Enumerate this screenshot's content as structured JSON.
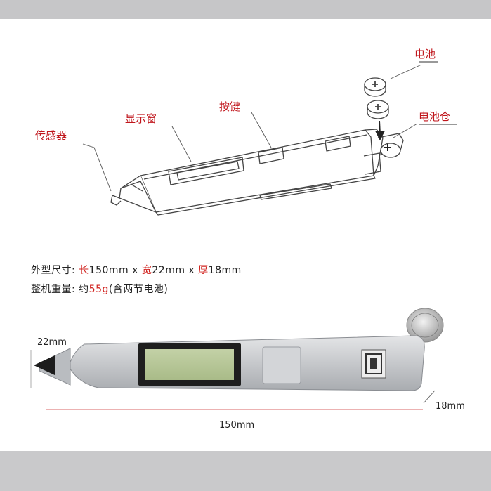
{
  "labels": {
    "battery": "电池",
    "battery_compartment": "电池仓",
    "button": "按键",
    "display_window": "显示窗",
    "sensor": "传感器"
  },
  "specs": {
    "size_label": "外型尺寸:",
    "length_label": "长",
    "length_value": "150mm",
    "sep1": "x",
    "width_label": "宽",
    "width_value": "22mm",
    "sep2": "x",
    "thickness_label": "厚",
    "thickness_value": "18mm",
    "weight_label": "整机重量:",
    "weight_prefix": "约",
    "weight_value": "55g",
    "weight_note": "(含两节电池)"
  },
  "dimensions": {
    "width": "22mm",
    "length": "150mm",
    "thickness": "18mm"
  },
  "colors": {
    "label_red": "#c0161c",
    "spec_red": "#d1231f",
    "lcd_green": "#b8c99a",
    "body_gray": "#c4c6c8"
  }
}
